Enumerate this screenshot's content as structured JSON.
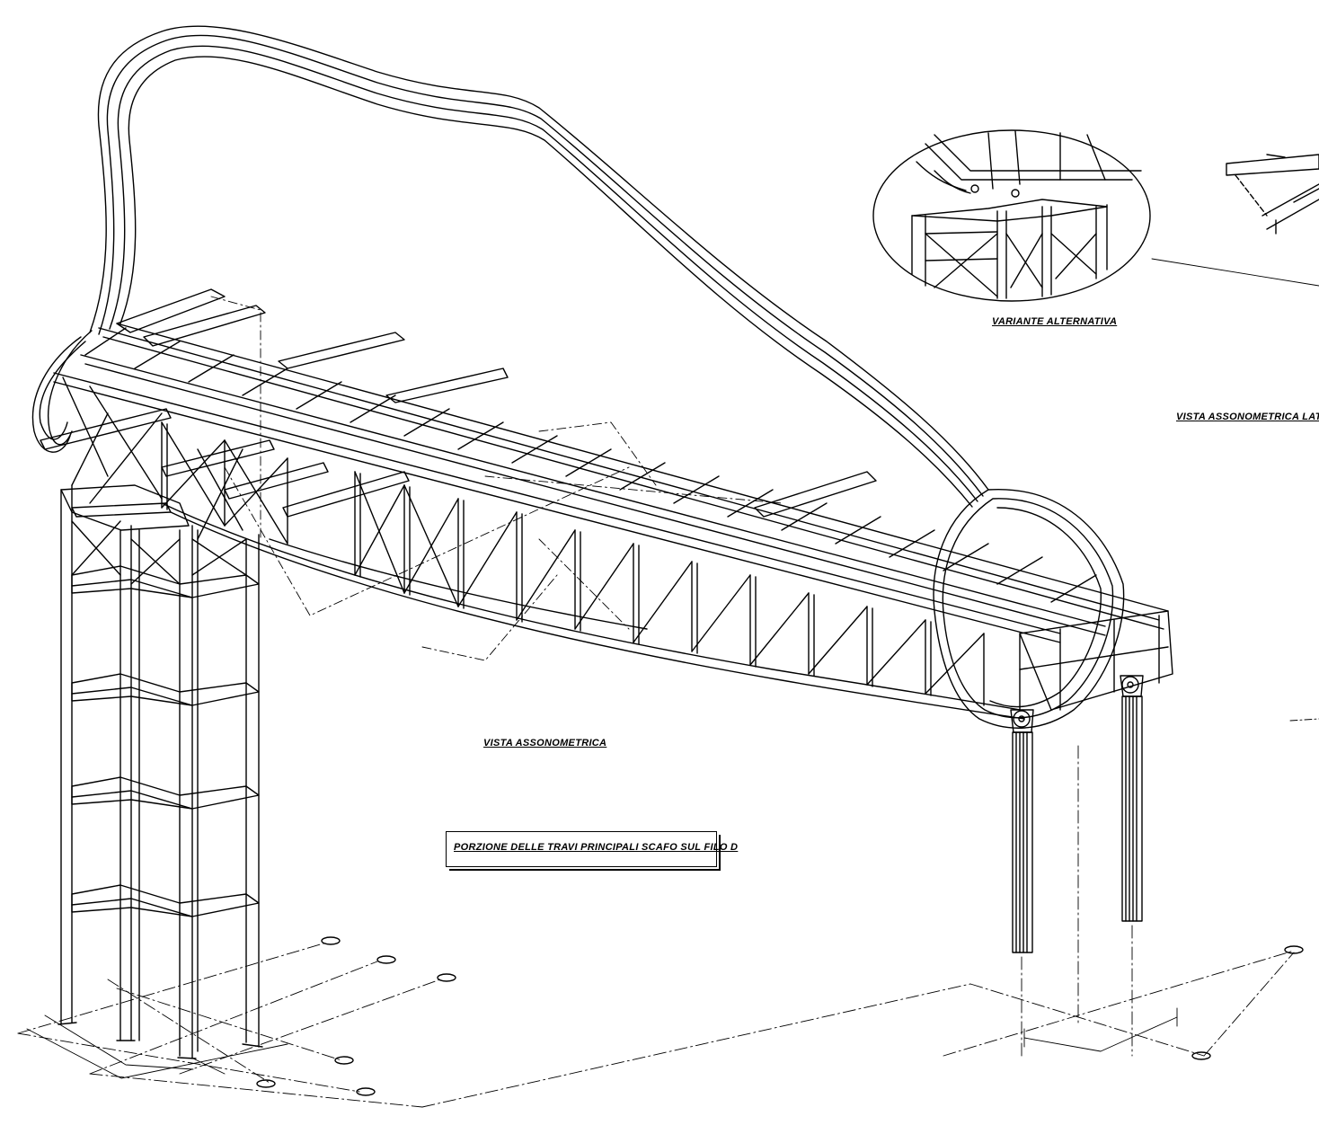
{
  "labels": {
    "variante": "VARIANTE ALTERNATIVA",
    "vista_lato": "VISTA ASSONOMETRICA LATO F",
    "vista_main": "VISTA ASSONOMETRICA",
    "title_box": "PORZIONE DELLE TRAVI PRINCIPALI SCAFO SUL FILO D"
  },
  "colors": {
    "line": "#000000",
    "background": "#ffffff"
  }
}
